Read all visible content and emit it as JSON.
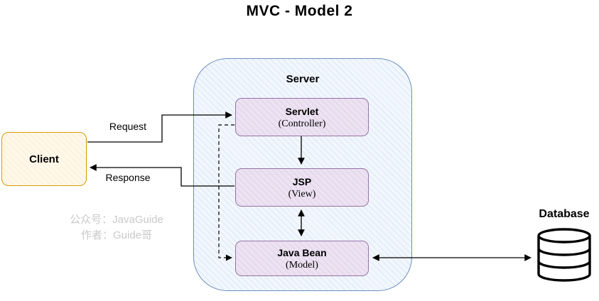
{
  "title": "MVC  - Model 2",
  "client": {
    "label": "Client"
  },
  "server": {
    "label": "Server",
    "nodes": [
      {
        "title": "Servlet",
        "subtitle": "(Controller)"
      },
      {
        "title": "JSP",
        "subtitle": "(View)"
      },
      {
        "title": "Java Bean",
        "subtitle": "(Model)"
      }
    ]
  },
  "arrows": {
    "request_label": "Request",
    "response_label": "Response"
  },
  "database": {
    "label": "Database"
  },
  "watermark": {
    "line1": "公众号：JavaGuide",
    "line2": "作者：Guide哥"
  },
  "colors": {
    "server_border": "#6c8ebf",
    "server_fill": "#f2f7fd",
    "box_border": "#9673a6",
    "box_fill": "#ece2f2",
    "client_border": "#d79b00",
    "client_fill": "#fff8ea",
    "watermark": "#c9c9c9",
    "arrow": "#000000"
  }
}
